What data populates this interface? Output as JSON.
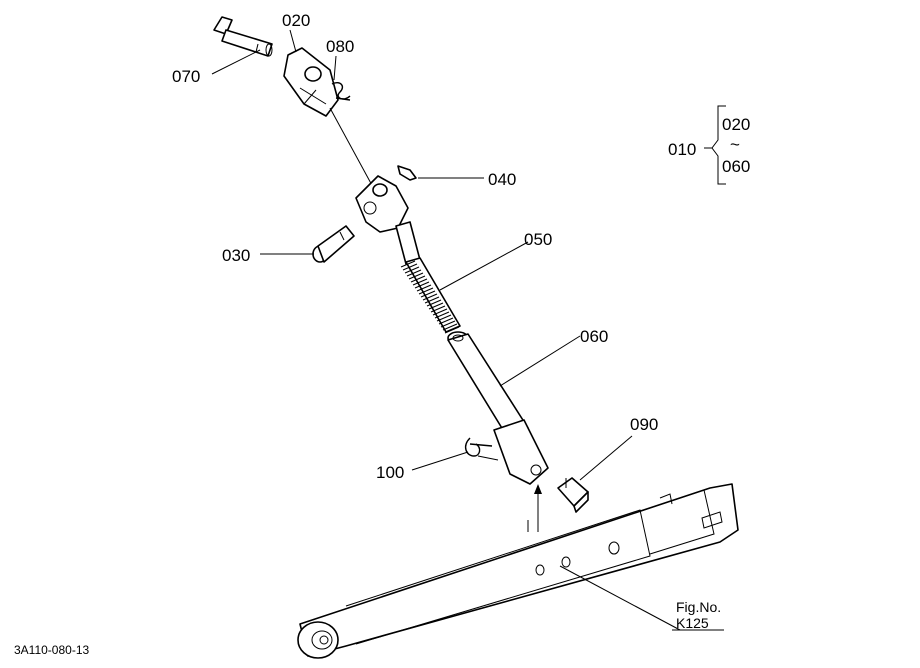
{
  "callouts": [
    {
      "id": "070",
      "label": "070"
    },
    {
      "id": "020",
      "label": "020"
    },
    {
      "id": "080",
      "label": "080"
    },
    {
      "id": "040",
      "label": "040"
    },
    {
      "id": "030",
      "label": "030"
    },
    {
      "id": "050",
      "label": "050"
    },
    {
      "id": "060",
      "label": "060"
    },
    {
      "id": "090",
      "label": "090"
    },
    {
      "id": "100",
      "label": "100"
    }
  ],
  "assembly": {
    "main": "010",
    "from": "020",
    "tilde": "~",
    "to": "060"
  },
  "figure_ref": {
    "line1": "Fig.No.",
    "line2": "K125"
  },
  "drawing_code": "3A110-080-13"
}
